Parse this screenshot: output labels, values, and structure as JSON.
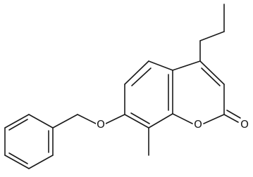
{
  "molecule": {
    "atoms": [
      {
        "id": "O_ether",
        "label": "O"
      },
      {
        "id": "O_ring",
        "label": "O"
      },
      {
        "id": "O_carbonyl",
        "label": "O"
      }
    ],
    "colors": {
      "bond": "#1a1a1a",
      "background": "#ffffff"
    }
  }
}
